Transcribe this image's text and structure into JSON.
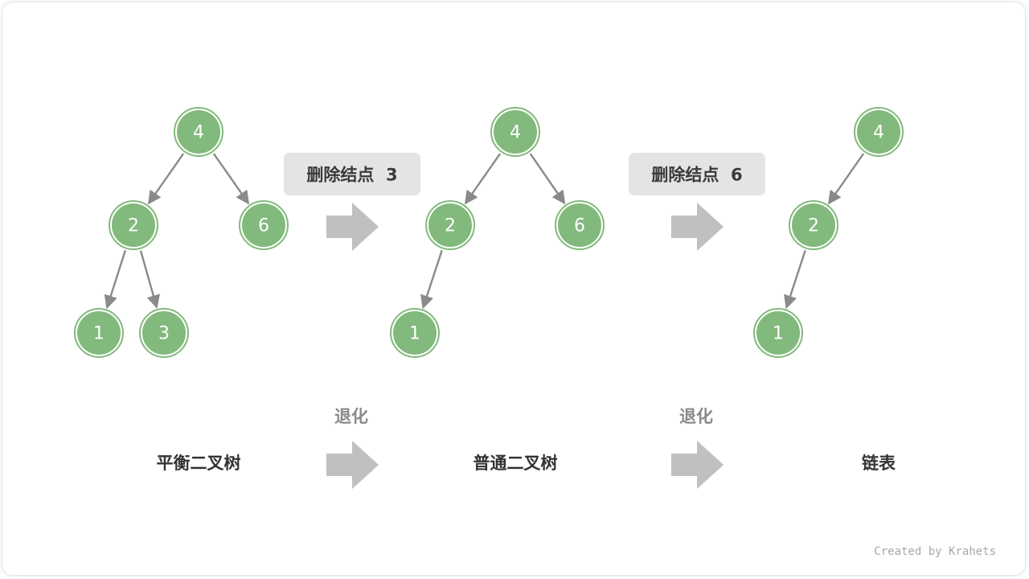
{
  "colors": {
    "node_fill": "#82b97c",
    "node_ring": "#82b97c",
    "edge": "#8a8a8a",
    "arrow": "#c0c0c0",
    "op_bg": "#e4e4e4"
  },
  "trees": [
    {
      "nodes": [
        "4",
        "2",
        "6",
        "1",
        "3"
      ],
      "edges": [
        [
          "4",
          "2"
        ],
        [
          "4",
          "6"
        ],
        [
          "2",
          "1"
        ],
        [
          "2",
          "3"
        ]
      ]
    },
    {
      "nodes": [
        "4",
        "2",
        "6",
        "1"
      ],
      "edges": [
        [
          "4",
          "2"
        ],
        [
          "4",
          "6"
        ],
        [
          "2",
          "1"
        ]
      ]
    },
    {
      "nodes": [
        "4",
        "2",
        "1"
      ],
      "edges": [
        [
          "4",
          "2"
        ],
        [
          "2",
          "1"
        ]
      ]
    }
  ],
  "operations": [
    "删除结点  3",
    "删除结点  6"
  ],
  "relations": [
    "退化",
    "退化"
  ],
  "stages": [
    "平衡二叉树",
    "普通二叉树",
    "链表"
  ],
  "credit": "Created by Krahets"
}
